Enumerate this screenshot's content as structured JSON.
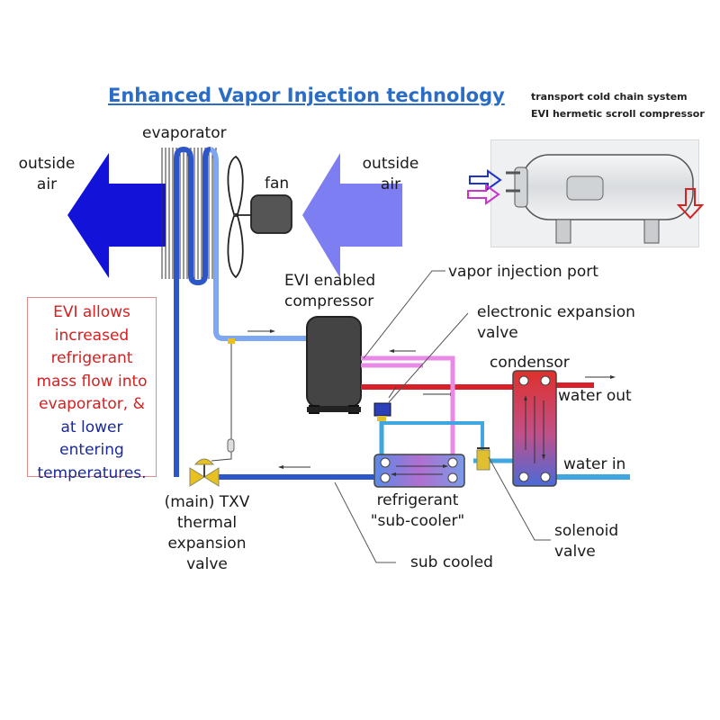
{
  "title": "Enhanced Vapor Injection technology",
  "product": {
    "line1": "transport cold chain system",
    "line2": "EVI hermetic scroll compressor"
  },
  "labels": {
    "evaporator": "evaporator",
    "fan": "fan",
    "outside_air_left": [
      "outside",
      "air"
    ],
    "outside_air_right": [
      "outside",
      "air"
    ],
    "compressor": [
      "EVI enabled",
      "compressor"
    ],
    "vapor_injection_port": "vapor injection port",
    "eev": [
      "electronic expansion",
      "valve"
    ],
    "condensor": "condensor",
    "water_out": "water out",
    "water_in": "water in",
    "txv": [
      "(main) TXV",
      "thermal",
      "expansion",
      "valve"
    ],
    "subcooler": [
      "refrigerant",
      "\"sub-cooler\""
    ],
    "solenoid": [
      "solenoid",
      "valve"
    ],
    "sub_cooled": "sub cooled"
  },
  "evi_note": {
    "lines": [
      {
        "text": "EVI allows",
        "tone": "red"
      },
      {
        "text": "increased",
        "tone": "red"
      },
      {
        "text": "refrigerant",
        "tone": "red"
      },
      {
        "text": "mass flow into",
        "tone": "red"
      },
      {
        "text": "evaporator, &",
        "tone": "red"
      },
      {
        "text": "at lower",
        "tone": "blue"
      },
      {
        "text": "entering",
        "tone": "blue"
      },
      {
        "text": "temperatures.",
        "tone": "blue"
      }
    ]
  },
  "colors": {
    "title": "#2b6cc4",
    "cold_line": "#2d56c8",
    "suction_line": "#7fa6f0",
    "hot_line": "#d8202a",
    "injection_line": "#e88ae6",
    "subcool_line": "#3fa6e0",
    "arrow_left": "#1212d8",
    "arrow_right": "#7c7ef2"
  }
}
